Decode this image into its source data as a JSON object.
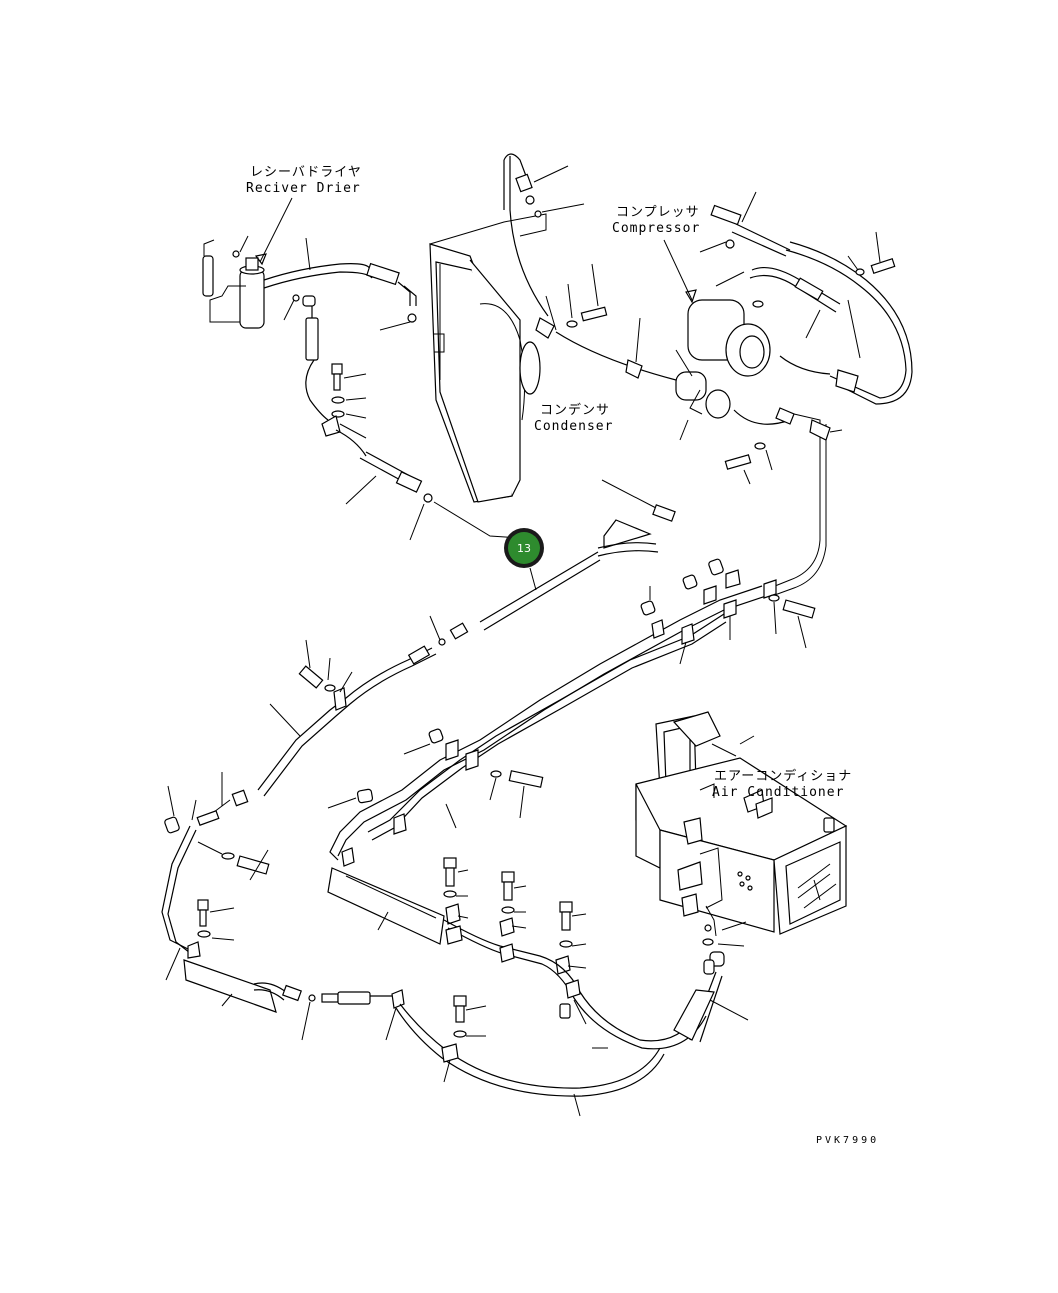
{
  "labels": {
    "receiver_drier_jp": "レシーバドライヤ",
    "receiver_drier_en": "Reciver Drier",
    "compressor_jp": "コンプレッサ",
    "compressor_en": "Compressor",
    "condenser_jp": "コンデンサ",
    "condenser_en": "Condenser",
    "air_conditioner_jp": "エアーコンディショナ",
    "air_conditioner_en": "Air Conditioner"
  },
  "callout": {
    "number": "13",
    "color": "#2e8b2e"
  },
  "drawing_code": "PVK7990"
}
